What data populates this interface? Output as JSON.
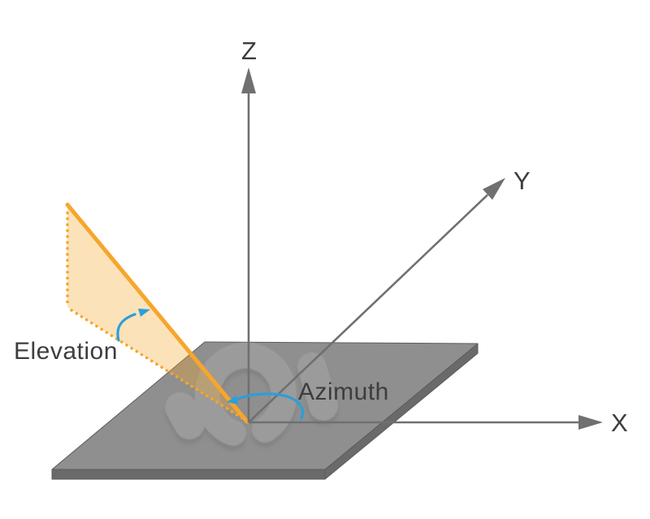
{
  "diagram": {
    "axes": {
      "z_label": "Z",
      "y_label": "Y",
      "x_label": "X"
    },
    "angles": {
      "elevation_label": "Elevation",
      "azimuth_label": "Azimuth"
    },
    "colors": {
      "background": "#ffffff",
      "axis_gray": "#707070",
      "text_gray": "#3d3d3d",
      "plane_top": "#8f8f8f",
      "plane_side": "#6a6a6a",
      "plane_edge": "#5c5c5c",
      "orange": "#f6a62c",
      "orange_fill": "rgba(246,166,44,0.33)",
      "blue": "#2a9fd9",
      "emboss_light": "#9e9e9e",
      "emboss_shadow": "#787878"
    }
  }
}
